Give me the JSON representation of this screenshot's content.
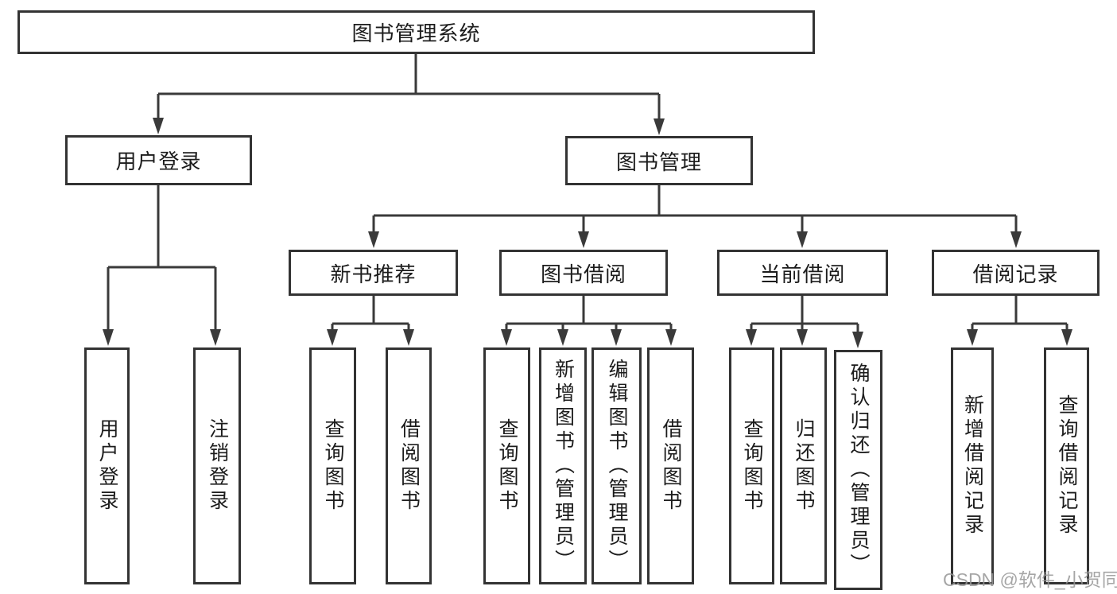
{
  "diagram": {
    "type": "hierarchy-tree",
    "orientation": "top-down"
  },
  "tree": {
    "root": {
      "label": "图书管理系统"
    },
    "branches": [
      {
        "label": "用户登录",
        "children": [
          {
            "label": "用户登录"
          },
          {
            "label": "注销登录"
          }
        ]
      },
      {
        "label": "图书管理",
        "children": [
          {
            "label": "新书推荐",
            "children": [
              {
                "label": "查询图书"
              },
              {
                "label": "借阅图书"
              }
            ]
          },
          {
            "label": "图书借阅",
            "children": [
              {
                "label": "查询图书"
              },
              {
                "label": "新增图书（管理员）"
              },
              {
                "label": "编辑图书（管理员）"
              },
              {
                "label": "借阅图书"
              }
            ]
          },
          {
            "label": "当前借阅",
            "children": [
              {
                "label": "查询图书"
              },
              {
                "label": "归还图书"
              },
              {
                "label": "确认归还（管理员）"
              }
            ]
          },
          {
            "label": "借阅记录",
            "children": [
              {
                "label": "新增借阅记录"
              },
              {
                "label": "查询借阅记录"
              }
            ]
          }
        ]
      }
    ]
  },
  "watermark": {
    "text": "CSDN @软件_小贺同学"
  },
  "colors": {
    "line": "#3a3a3a",
    "box_border": "#333333",
    "text": "#1c1c1c",
    "watermark": "#969696",
    "background": "#ffffff"
  }
}
